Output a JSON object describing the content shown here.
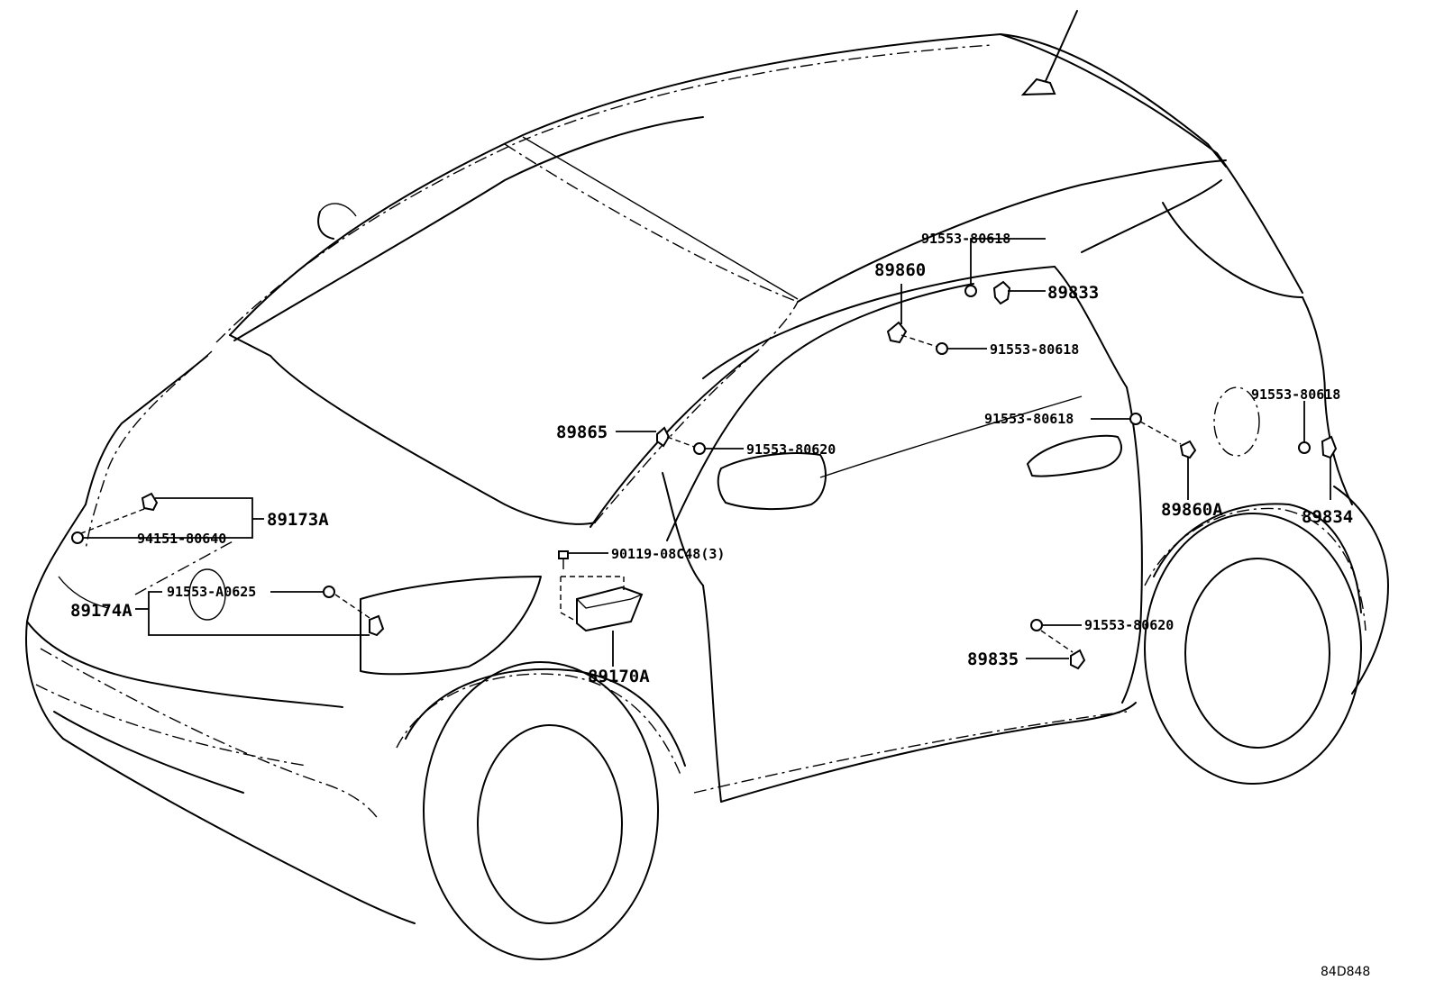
{
  "labels": {
    "p91553_80618_top": "91553-80618",
    "p89860": "89860",
    "p89833": "89833",
    "p91553_80618_mid": "91553-80618",
    "p89865": "89865",
    "p91553_80620_a": "91553-80620",
    "p91553_80618_door": "91553-80618",
    "p91553_80618_rear": "91553-80618",
    "p89173A": "89173A",
    "p94151_80640": "94151-80640",
    "p90119_08C48": "90119-08C48(3)",
    "p89860A": "89860A",
    "p89834": "89834",
    "p89174A": "89174A",
    "p91553_A0625": "91553-A0625",
    "p91553_80620_b": "91553-80620",
    "p89835": "89835",
    "p89170A": "89170A"
  },
  "diagram_code": "84D848"
}
